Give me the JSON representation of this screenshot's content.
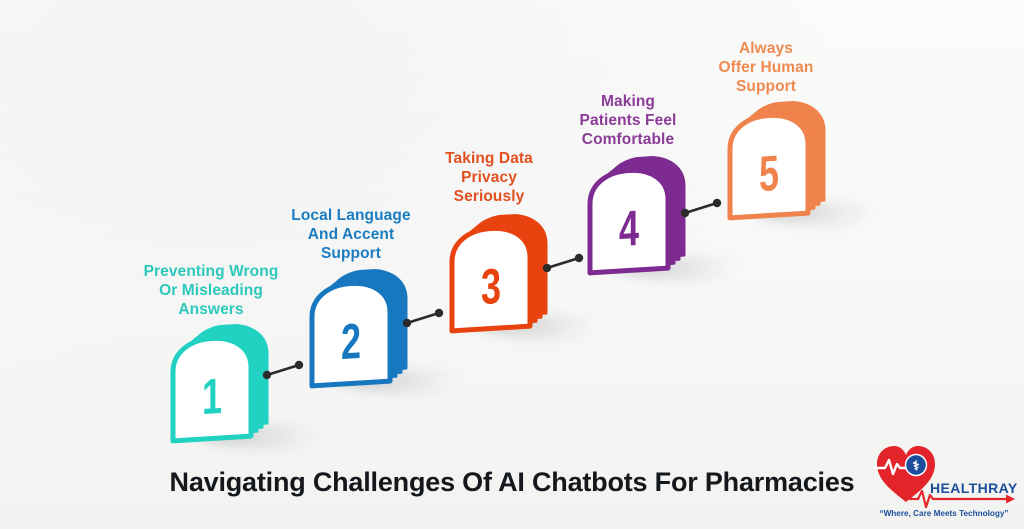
{
  "title": "Navigating Challenges Of AI Chatbots For Pharmacies",
  "connector_color": "#2b2b2b",
  "steps": [
    {
      "number": "1",
      "lines": [
        "Preventing Wrong",
        "Or Misleading",
        "Answers"
      ],
      "color": "#21d1c1",
      "label_color": "#2bc8bc"
    },
    {
      "number": "2",
      "lines": [
        "Local Language",
        "And Accent",
        "Support"
      ],
      "color": "#1878bf",
      "label_color": "#1b7cc2"
    },
    {
      "number": "3",
      "lines": [
        "Taking Data",
        "Privacy",
        "Seriously"
      ],
      "color": "#e8430e",
      "label_color": "#e25020"
    },
    {
      "number": "4",
      "lines": [
        "Making",
        "Patients Feel",
        "Comfortable"
      ],
      "color": "#7d2b90",
      "label_color": "#8c3b98"
    },
    {
      "number": "5",
      "lines": [
        "Always",
        "Offer Human",
        "Support"
      ],
      "color": "#f0834b",
      "label_color": "#ef8a50"
    }
  ],
  "logo": {
    "name": "HEALTHRAY",
    "tagline": "“Where, Care Meets Technology”",
    "blue": "#1c4e9c",
    "red": "#e3242b",
    "symbol": "⚕"
  }
}
